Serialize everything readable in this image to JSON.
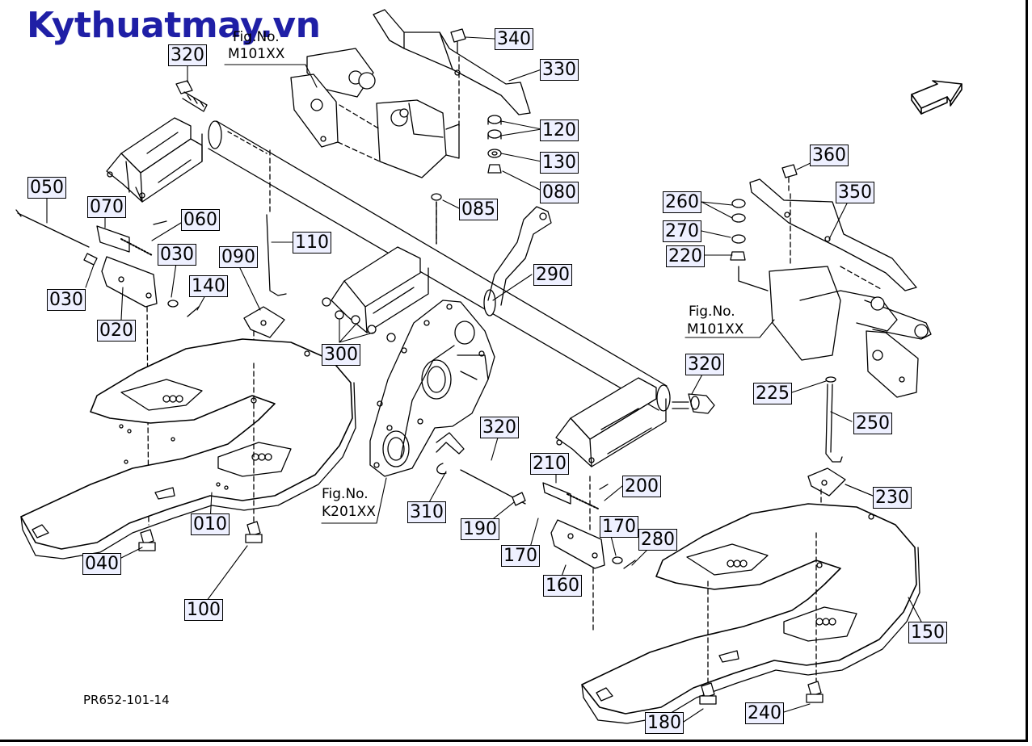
{
  "watermark": "Kythuatmay.vn",
  "drawing_code": "PR652-101-14",
  "figure_refs": [
    {
      "line1": "Fig.No.",
      "line2": "M101XX"
    },
    {
      "line1": "Fig.No.",
      "line2": "M101XX"
    },
    {
      "line1": "Fig.No.",
      "line2": "K201XX"
    }
  ],
  "callouts": [
    "320",
    "340",
    "330",
    "120",
    "130",
    "080",
    "085",
    "050",
    "070",
    "060",
    "030",
    "030",
    "020",
    "140",
    "090",
    "110",
    "300",
    "290",
    "260",
    "270",
    "220",
    "360",
    "350",
    "225",
    "250",
    "320",
    "320",
    "210",
    "200",
    "190",
    "310",
    "170",
    "170",
    "280",
    "230",
    "160",
    "010",
    "040",
    "100",
    "150",
    "180",
    "240"
  ],
  "icons": {
    "direction": "front-direction-arrow-icon"
  }
}
